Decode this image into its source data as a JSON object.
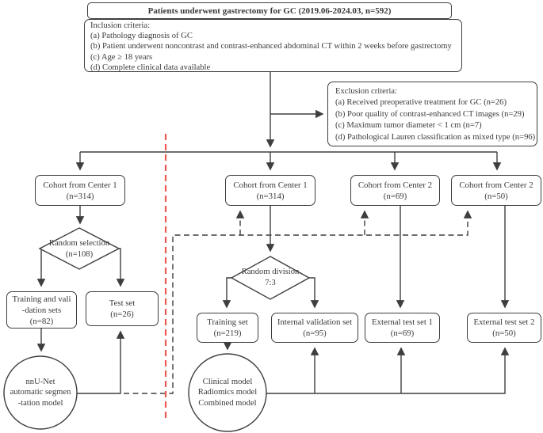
{
  "diagram": {
    "title": "Patients underwent gastrectomy for GC (2019.06-2024.03, n=592)",
    "inclusion": {
      "header": "Inclusion criteria:",
      "items": [
        "(a) Pathology diagnosis of GC",
        "(b) Patient underwent noncontrast and contrast-enhanced abdominal CT within 2 weeks before gastrectomy",
        "(c) Age ≥ 18 years",
        "(d) Complete clinical data available"
      ]
    },
    "exclusion": {
      "header": "Exclusion criteria:",
      "items": [
        "(a) Received preoperative treatment for GC (n=26)",
        "(b) Poor quality of contrast-enhanced CT images (n=29)",
        "(c) Maximum tumor diameter < 1 cm (n=7)",
        "(d) Pathological Lauren classification as mixed type (n=96)"
      ]
    },
    "nodes": {
      "cohort_seg": {
        "lines": [
          "Cohort from Center 1",
          "(n=314)"
        ]
      },
      "cohort_model": {
        "lines": [
          "Cohort from Center 1",
          "(n=314)"
        ]
      },
      "cohort_ext1": {
        "lines": [
          "Cohort from Center 2",
          "(n=69)"
        ]
      },
      "cohort_ext2": {
        "lines": [
          "Cohort from Center 2",
          "(n=50)"
        ]
      },
      "random_selection": {
        "lines": [
          "Random selection",
          "(n=108)"
        ]
      },
      "random_division": {
        "lines": [
          "Random division",
          "7:3"
        ]
      },
      "train_val": {
        "lines": [
          "Training and vali",
          "-dation sets",
          "(n=82)"
        ]
      },
      "test_set": {
        "lines": [
          "Test set",
          "(n=26)"
        ]
      },
      "training_set": {
        "lines": [
          "Training set",
          "(n=219)"
        ]
      },
      "internal_val": {
        "lines": [
          "Internal validation set",
          "(n=95)"
        ]
      },
      "ext_test1": {
        "lines": [
          "External test set 1",
          "(n=69)"
        ]
      },
      "ext_test2": {
        "lines": [
          "External test set 2",
          "(n=50)"
        ]
      },
      "nnunet": {
        "lines": [
          "nnU-Net",
          "automatic segmen",
          "-tation model"
        ]
      },
      "models": {
        "lines": [
          "Clinical model",
          "Radiomics model",
          "Combined model"
        ]
      }
    },
    "colors": {
      "line": "#3e3e3e",
      "red_divider": "#ed5a52",
      "text": "#3a3a3a",
      "background": "#ffffff"
    }
  }
}
